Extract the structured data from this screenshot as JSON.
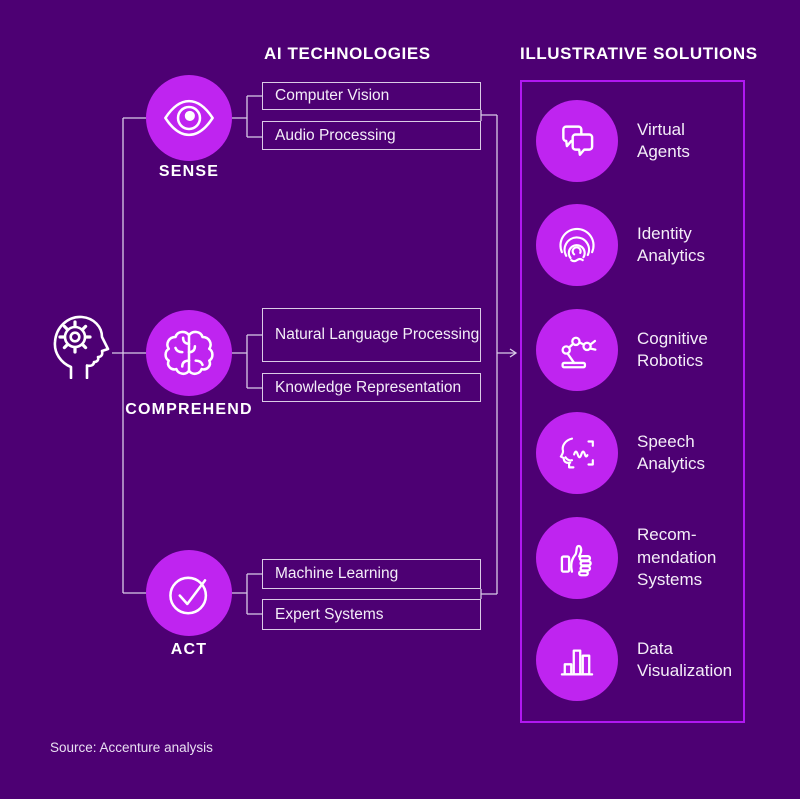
{
  "colors": {
    "bg": "#4D0073",
    "accent": "#BF24F0",
    "panel-border": "#B117F2",
    "line": "#D9CBE8"
  },
  "headers": {
    "technologies": "AI TECHNOLOGIES",
    "solutions": "ILLUSTRATIVE SOLUTIONS"
  },
  "hub": {
    "icon": "head-gear"
  },
  "groups": [
    {
      "label": "SENSE",
      "icon": "eye",
      "technologies": [
        "Computer Vision",
        "Audio Processing"
      ]
    },
    {
      "label": "COMPREHEND",
      "icon": "brain",
      "technologies": [
        "Natural Language Processing",
        "Knowledge Representation"
      ]
    },
    {
      "label": "ACT",
      "icon": "checkmark",
      "technologies": [
        "Machine Learning",
        "Expert Systems"
      ]
    }
  ],
  "solutions": [
    {
      "label": "Virtual\nAgents",
      "icon": "chat-bubbles"
    },
    {
      "label": "Identity\nAnalytics",
      "icon": "fingerprint"
    },
    {
      "label": "Cognitive\nRobotics",
      "icon": "robot-arm"
    },
    {
      "label": "Speech\nAnalytics",
      "icon": "speech-face"
    },
    {
      "label": "Recom-\nmendation\nSystems",
      "icon": "thumbs-up"
    },
    {
      "label": "Data\nVisualization",
      "icon": "bar-chart"
    }
  ],
  "source": {
    "text": "Source: Accenture analysis"
  }
}
